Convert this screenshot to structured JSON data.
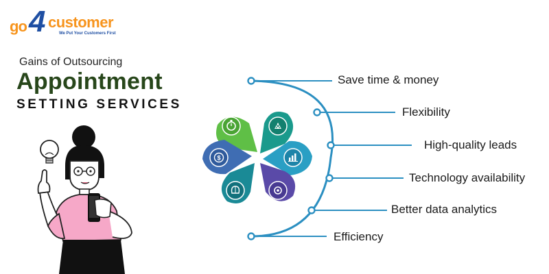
{
  "logo": {
    "go": "go",
    "four": "4",
    "customer": "customer",
    "tagline": "We Put Your Customers First"
  },
  "heading": {
    "subtitle": "Gains of Outsourcing",
    "title": "Appointment",
    "title_sub": "SETTING SERVICES"
  },
  "benefits": [
    {
      "label": "Save time & money",
      "icon": "stopwatch-icon"
    },
    {
      "label": "Flexibility",
      "icon": "flexible-arrows-icon"
    },
    {
      "label": "High-quality leads",
      "icon": "bar-chart-icon"
    },
    {
      "label": "Technology availability",
      "icon": "cog-tech-icon"
    },
    {
      "label": "Better data analytics",
      "icon": "analytics-head-icon"
    },
    {
      "label": "Efficiency",
      "icon": "dollar-cycle-icon"
    }
  ],
  "colors": {
    "arc": "#2b8fc1",
    "petal_green": "#5fbf46",
    "petal_teal": "#1a9a8c",
    "petal_cyan": "#2a9fc4",
    "petal_purple": "#5a4aa8",
    "petal_darkteal": "#1a8a96",
    "petal_blue": "#3f6db3",
    "logo_orange": "#f7941d",
    "logo_blue": "#1f4fa3",
    "title_green": "#27461a"
  }
}
